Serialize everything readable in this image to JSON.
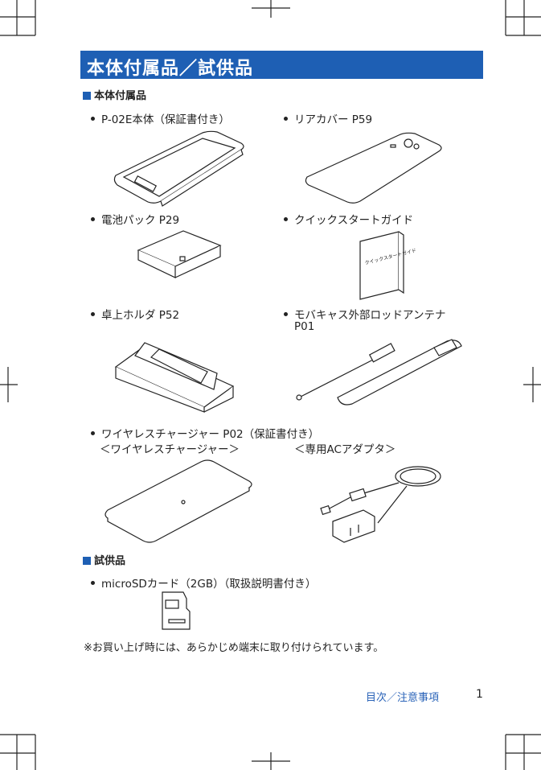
{
  "header": {
    "title": "本体付属品／試供品"
  },
  "section_main": {
    "title": "本体付属品"
  },
  "items": {
    "phone": "P-02E本体（保証書付き）",
    "rear_cover": "リアカバー P59",
    "battery": "電池パック P29",
    "quick_guide": "クイックスタートガイド",
    "desktop_holder": "卓上ホルダ P52",
    "antenna_line1": "モバキャス外部ロッドアンテナ",
    "antenna_line2": "P01",
    "wireless_charger": "ワイヤレスチャージャー P02（保証書付き）",
    "wireless_charger_sub": "＜ワイヤレスチャージャー＞",
    "ac_adapter_sub": "＜専用ACアダプタ＞"
  },
  "section_sample": {
    "title": "試供品"
  },
  "sample_items": {
    "microsd": "microSDカード（2GB）（取扱説明書付き）"
  },
  "note": "※お買い上げ時には、あらかじめ端末に取り付けられています。",
  "booklet_label": "クイックスタートガイド",
  "footer": {
    "link": "目次／注意事項",
    "page": "1"
  },
  "colors": {
    "accent": "#1e5fb4",
    "link": "#2a63b8"
  }
}
